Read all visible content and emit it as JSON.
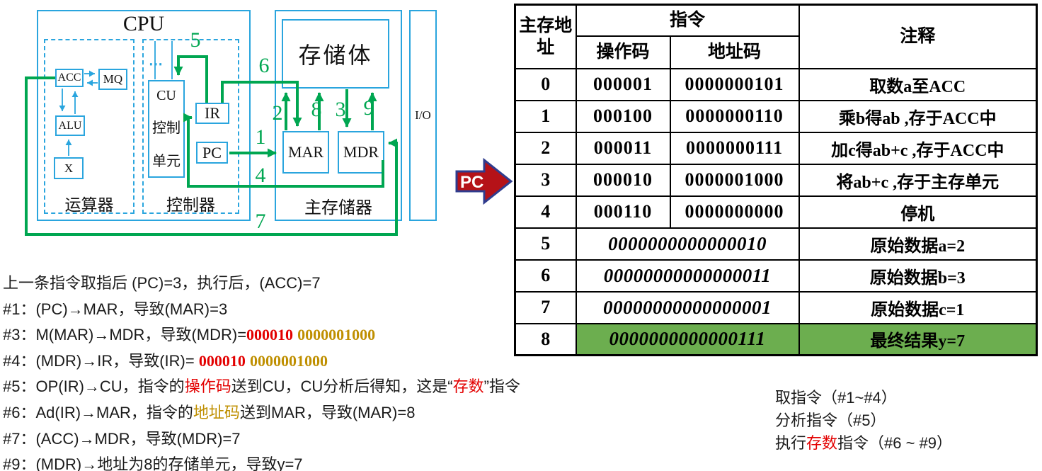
{
  "diagram": {
    "cpu_label": "CPU",
    "alu_section_label": "运算器",
    "ctrl_section_label": "控制器",
    "acc": "ACC",
    "mq": "MQ",
    "alu": "ALU",
    "x": "X",
    "cu_lines": [
      "CU",
      "控制",
      "单元"
    ],
    "ir": "IR",
    "pc": "PC",
    "memory_label": "主存储器",
    "memory_bank_label": "存储体",
    "mar": "MAR",
    "mdr": "MDR",
    "io": "I/O",
    "dots": "⋯",
    "arrow_labels": [
      "1",
      "2",
      "3",
      "4",
      "5",
      "6",
      "7",
      "8",
      "9"
    ]
  },
  "pointer": {
    "label": "PC"
  },
  "table": {
    "headers": {
      "addr": "主存地址",
      "instruction": "指令",
      "opcode": "操作码",
      "addr_code": "地址码",
      "comment": "注释"
    },
    "rows": [
      {
        "addr": "0",
        "op": "000001",
        "code": "0000000101",
        "comment": "取数a至ACC",
        "merged": false,
        "highlight": false
      },
      {
        "addr": "1",
        "op": "000100",
        "code": "0000000110",
        "comment": "乘b得ab ,存于ACC中",
        "merged": false,
        "highlight": false
      },
      {
        "addr": "2",
        "op": "000011",
        "code": "0000000111",
        "comment": "加c得ab+c ,存于ACC中",
        "merged": false,
        "highlight": false
      },
      {
        "addr": "3",
        "op": "000010",
        "code": "0000001000",
        "comment": "将ab+c ,存于主存单元",
        "merged": false,
        "highlight": false
      },
      {
        "addr": "4",
        "op": "000110",
        "code": "0000000000",
        "comment": "停机",
        "merged": false,
        "highlight": false
      },
      {
        "addr": "5",
        "data": "0000000000000010",
        "comment": "原始数据a=2",
        "merged": true,
        "highlight": false
      },
      {
        "addr": "6",
        "data": "00000000000000011",
        "comment": "原始数据b=3",
        "merged": true,
        "highlight": false
      },
      {
        "addr": "7",
        "data": "00000000000000001",
        "comment": "原始数据c=1",
        "merged": true,
        "highlight": false
      },
      {
        "addr": "8",
        "data": "0000000000000111",
        "comment": "最终结果y=7",
        "merged": true,
        "highlight": true
      }
    ]
  },
  "steps": [
    [
      {
        "t": "上一条指令取指后 (PC)=3，执行后，(ACC)=7",
        "c": "k"
      }
    ],
    [
      {
        "t": "#1：(PC)→MAR，导致(MAR)=3",
        "c": "k"
      }
    ],
    [
      {
        "t": "#3：M(MAR)→MDR，导致(MDR)=",
        "c": "k"
      },
      {
        "t": "000010",
        "c": "rb"
      },
      {
        "t": " ",
        "c": "k"
      },
      {
        "t": "0000001000",
        "c": "gb"
      }
    ],
    [
      {
        "t": "#4：(MDR)→IR，导致(IR)= ",
        "c": "k"
      },
      {
        "t": "000010",
        "c": "rb"
      },
      {
        "t": " ",
        "c": "k"
      },
      {
        "t": "0000001000",
        "c": "gb"
      }
    ],
    [
      {
        "t": "#5：OP(IR)→CU，指令的",
        "c": "k"
      },
      {
        "t": "操作码",
        "c": "r"
      },
      {
        "t": "送到CU，CU分析后得知，这是“",
        "c": "k"
      },
      {
        "t": "存数",
        "c": "r"
      },
      {
        "t": "”指令",
        "c": "k"
      }
    ],
    [
      {
        "t": "#6：Ad(IR)→MAR，指令的",
        "c": "k"
      },
      {
        "t": "地址码",
        "c": "g"
      },
      {
        "t": "送到MAR，导致(MAR)=8",
        "c": "k"
      }
    ],
    [
      {
        "t": "#7：(ACC)→MDR，导致(MDR)=7",
        "c": "k"
      }
    ],
    [
      {
        "t": "#9：(MDR)→地址为8的存储单元，导致y=7",
        "c": "k"
      }
    ]
  ],
  "phases": [
    [
      {
        "t": "取指令（#1~#4）",
        "c": "k"
      }
    ],
    [
      {
        "t": "分析指令（#5）",
        "c": "k"
      }
    ],
    [
      {
        "t": "执行",
        "c": "k"
      },
      {
        "t": "存数",
        "c": "r"
      },
      {
        "t": "指令（#6 ~ #9）",
        "c": "k"
      }
    ]
  ],
  "colors": {
    "diagram_blue": "#2aa5de",
    "arrow_green": "#00a651",
    "opcode_red": "#e30000",
    "address_gold": "#bf8f00",
    "highlight_green": "#6cae4f",
    "pointer_red": "#b51218",
    "pointer_border": "#2f3c8e"
  }
}
